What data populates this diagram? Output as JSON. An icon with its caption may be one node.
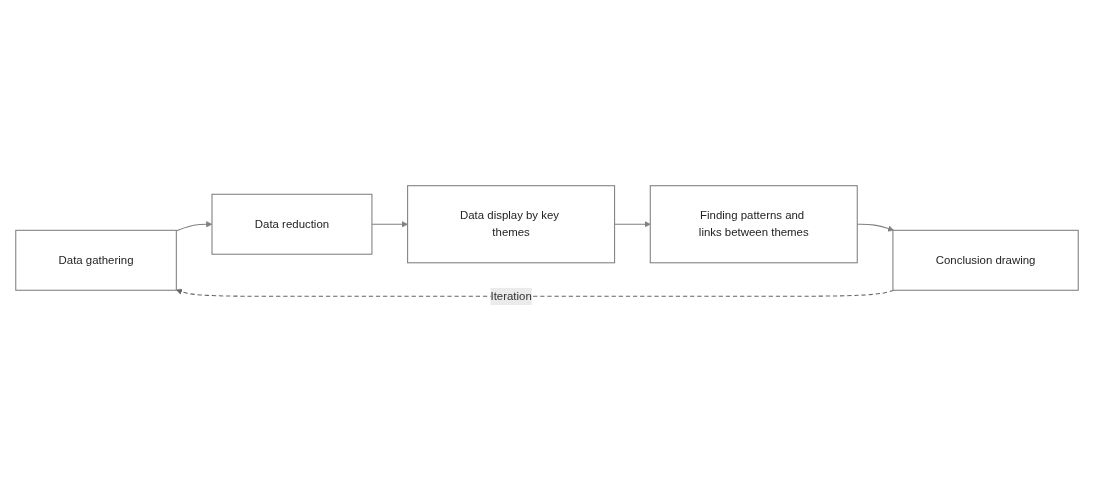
{
  "diagram": {
    "nodes": [
      {
        "text": [
          "Data gathering"
        ]
      },
      {
        "text": [
          "Data reduction"
        ]
      },
      {
        "text": [
          "Data display by key themes"
        ]
      },
      {
        "text": [
          "Finding patterns and links between themes"
        ]
      },
      {
        "text": [
          "Conclusion drawing"
        ]
      }
    ],
    "edges": [
      {
        "from": 0,
        "to": 1,
        "arrow": "to"
      },
      {
        "from": 1,
        "to": 2,
        "arrow": "to"
      },
      {
        "from": 2,
        "to": 3,
        "arrow": "to"
      },
      {
        "from": 3,
        "to": 4,
        "arrow": "to"
      },
      {
        "from": 4,
        "to": 0,
        "arrow": "to",
        "style": "dashed",
        "label": "Iteration"
      }
    ]
  }
}
